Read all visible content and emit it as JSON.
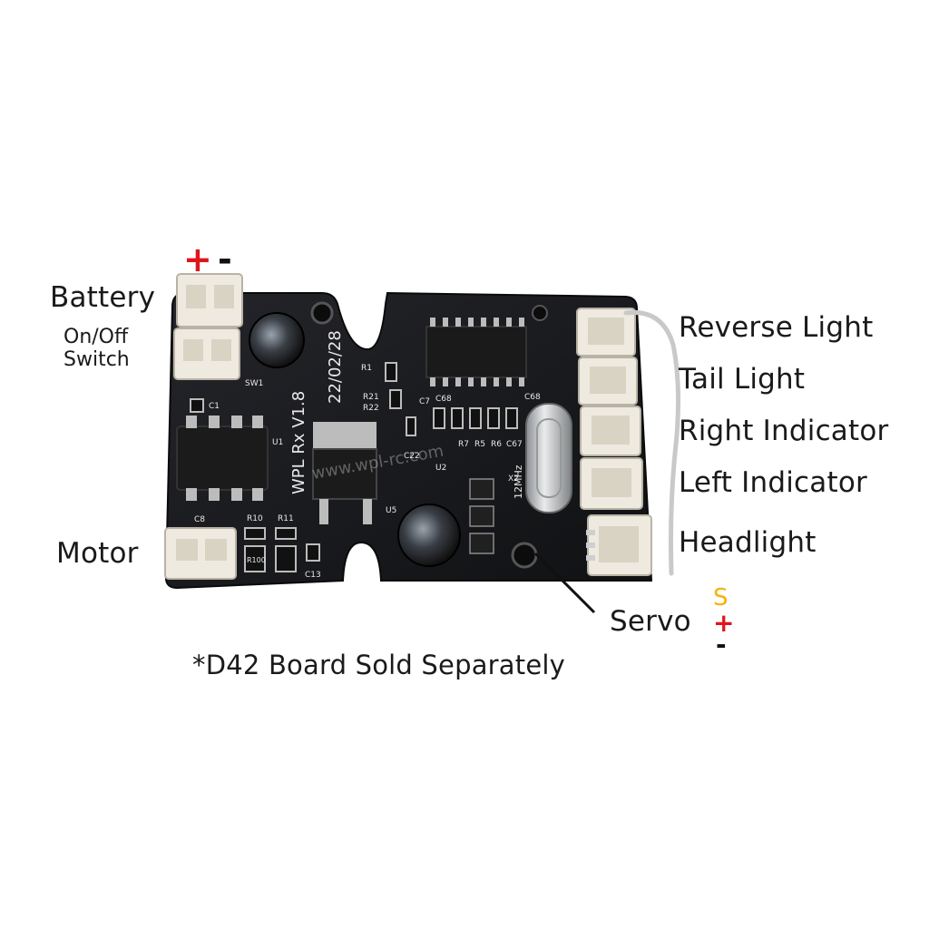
{
  "labels": {
    "battery": "Battery",
    "switch_line1": "On/Off",
    "switch_line2": "Switch",
    "motor": "Motor",
    "reverse_light": "Reverse Light",
    "tail_light": "Tail Light",
    "right_indicator": "Right Indicator",
    "left_indicator": "Left Indicator",
    "headlight": "Headlight",
    "servo": "Servo",
    "note": "*D42 Board Sold Separately"
  },
  "polarity": {
    "battery_plus": "+",
    "battery_minus": "-",
    "servo_s": "S",
    "servo_plus": "+",
    "servo_minus": "-"
  },
  "board_silkscreen": {
    "model": "WPL Rx V1.8",
    "date": "22/02/28",
    "watermark": "www.wpl-rc.com",
    "crystal": "12MHz",
    "refs": [
      "SW1",
      "C1",
      "C8",
      "R10",
      "R11",
      "R100",
      "C13",
      "U1",
      "U5",
      "U2",
      "C22",
      "R21",
      "R22",
      "R1",
      "C7",
      "C68",
      "R7",
      "R5",
      "R6",
      "C67",
      "C68",
      "X2"
    ]
  },
  "colors": {
    "plus_red": "#e0141c",
    "minus_black": "#111111",
    "signal_yellow": "#f4b400",
    "pcb": "#17181b",
    "connector": "#eeeae0",
    "wire": "#c9c9c9"
  }
}
